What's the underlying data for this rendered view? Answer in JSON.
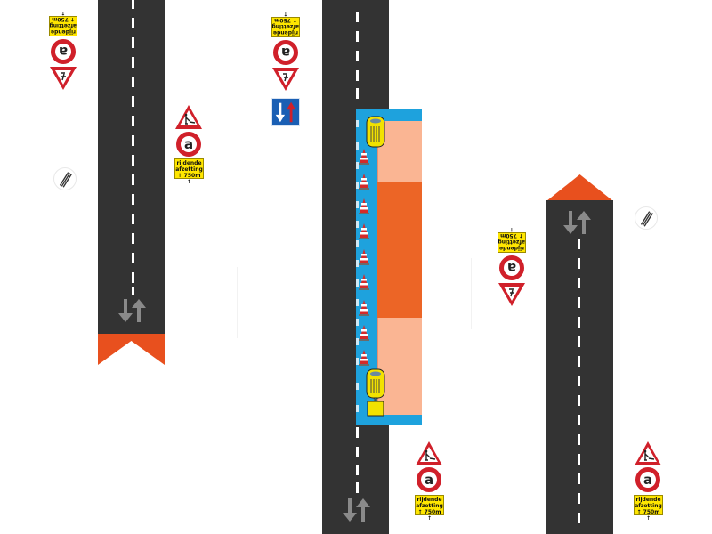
{
  "diagram": {
    "title": "",
    "colors": {
      "asphalt": "#333333",
      "lane_marking": "#ffffff",
      "arrow": "#8a8a8a",
      "road_end_marker": "#e8501e",
      "work_zone_border": "#1ea2dd",
      "work_zone_light": "#fab593",
      "work_zone_dark": "#ec6526",
      "sign_red": "#d0202a",
      "sign_yellow": "#ffe600",
      "sign_blue": "#1a5fb4"
    },
    "roads": [
      {
        "id": "road-1",
        "direction_arrows": "↓↑",
        "end_marker": "chevron-bottom"
      },
      {
        "id": "road-2",
        "direction_arrows": "↓↑",
        "work_zone": true
      },
      {
        "id": "road-3",
        "direction_arrows": "↓↑",
        "end_marker": "triangle-top"
      }
    ],
    "signs": {
      "panel_line1": "rijdende",
      "panel_line2": "afzetting",
      "panel_line3": "↑ 750m ↑",
      "lane_sign_letter": "a",
      "groups": [
        {
          "id": "group-top-left",
          "orientation": "flipped",
          "items": [
            "text-panel",
            "lane-a-sign",
            "yield-roadworks-sign"
          ]
        },
        {
          "id": "group-road1-right",
          "orientation": "upright",
          "items": [
            "roadworks-warning-sign",
            "lane-a-sign",
            "text-panel"
          ]
        },
        {
          "id": "group-top-middle",
          "orientation": "flipped",
          "items": [
            "text-panel",
            "lane-a-sign",
            "yield-roadworks-sign",
            "priority-oncoming-sign"
          ]
        },
        {
          "id": "group-road3-left",
          "orientation": "flipped",
          "items": [
            "text-panel",
            "lane-a-sign",
            "yield-roadworks-sign"
          ]
        },
        {
          "id": "group-road2-bottom-right",
          "orientation": "upright",
          "items": [
            "roadworks-warning-sign",
            "lane-a-sign",
            "text-panel"
          ]
        },
        {
          "id": "group-road3-bottom-right",
          "orientation": "upright",
          "items": [
            "roadworks-warning-sign",
            "lane-a-sign",
            "text-panel"
          ]
        }
      ],
      "end_of_restrictions": [
        {
          "id": "end-sign-left"
        },
        {
          "id": "end-sign-right"
        }
      ]
    },
    "work_zone": {
      "cones_count": 10,
      "vehicles": [
        "arrow-board-vehicle-top",
        "arrow-board-vehicle-bottom",
        "trailer"
      ]
    }
  }
}
